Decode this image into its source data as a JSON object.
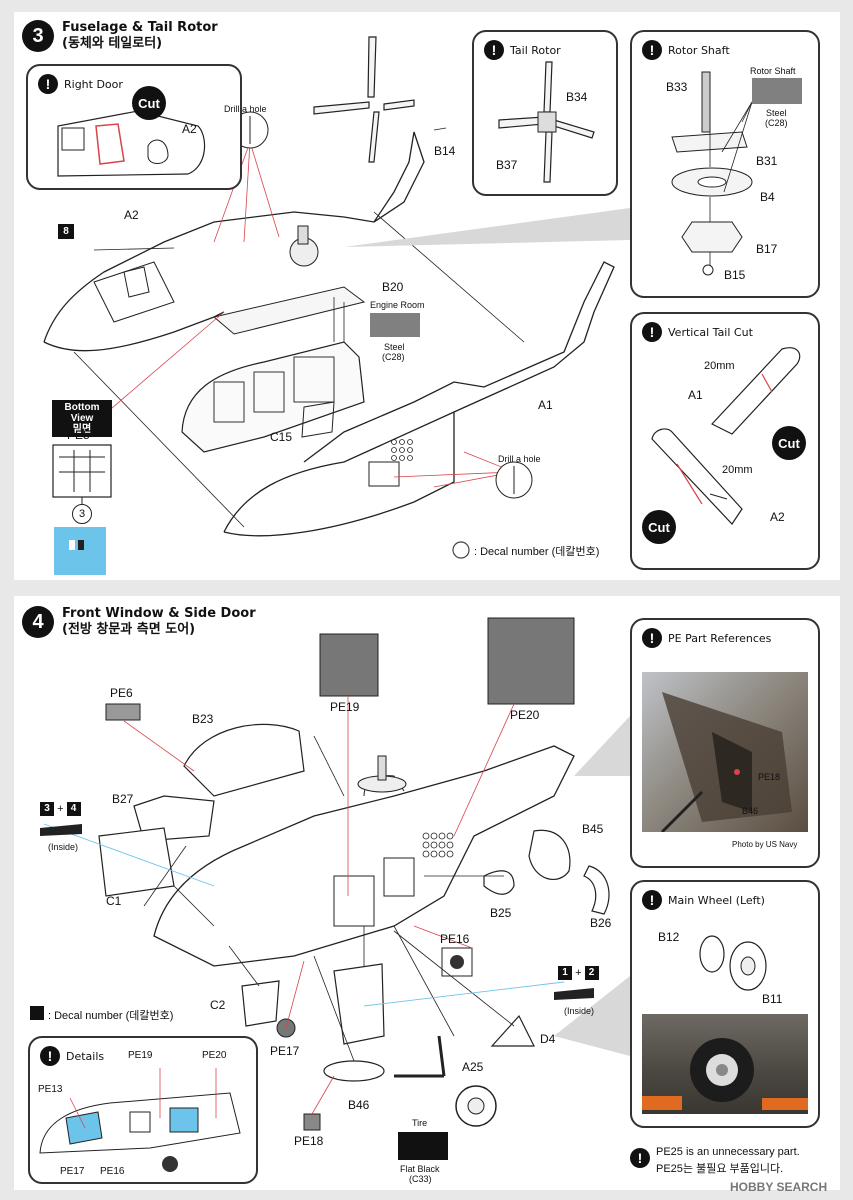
{
  "step3": {
    "number": "3",
    "title_en": "Fuselage & Tail Rotor",
    "title_ko": "(동체와 테일로터)",
    "right_door": {
      "title": "Right Door",
      "cut": "Cut",
      "part": "A2"
    },
    "tail_rotor": {
      "title": "Tail Rotor",
      "parts": [
        "B34",
        "B37"
      ]
    },
    "rotor_shaft": {
      "title": "Rotor Shaft",
      "color_label": "Rotor Shaft",
      "color_name": "Steel",
      "color_code": "(C28)",
      "parts": [
        "B33",
        "B31",
        "B4",
        "B17",
        "B15"
      ]
    },
    "vertical_tail": {
      "title": "Vertical Tail Cut",
      "dim1": "20mm",
      "dim2": "20mm",
      "part1": "A1",
      "part2": "A2",
      "cut": "Cut"
    },
    "drill_hole_1": "Drill a hole",
    "drill_hole_2": "Drill a hole",
    "part_a2": "A2",
    "part_a1": "A1",
    "part_b14": "B14",
    "part_b20": "B20",
    "engine_room": "Engine Room",
    "engine_color_name": "Steel",
    "engine_color_code": "(C28)",
    "part_c15": "C15",
    "decal_8": "8",
    "bottom_view_en": "Bottom View",
    "bottom_view_ko": "밑면",
    "part_pe5": "PE5",
    "decal_circle": "3",
    "decal_legend": ": Decal number (데칼번호)"
  },
  "step4": {
    "number": "4",
    "title_en": "Front Window & Side Door",
    "title_ko": "(전방 창문과 측면 도어)",
    "parts": {
      "pe6": "PE6",
      "b23": "B23",
      "b27": "B27",
      "c1": "C1",
      "c2": "C2",
      "pe17": "PE17",
      "pe18": "PE18",
      "b46": "B46",
      "pe19": "PE19",
      "pe20": "PE20",
      "b25": "B25",
      "b45": "B45",
      "b26": "B26",
      "pe16": "PE16",
      "d4": "D4",
      "a25": "A25"
    },
    "decal_left": {
      "a": "3",
      "plus": "+",
      "b": "4",
      "note": "(Inside)"
    },
    "decal_right": {
      "a": "1",
      "plus": "+",
      "b": "2",
      "note": "(Inside)"
    },
    "decal_legend": ": Decal number (데칼번호)",
    "tire": {
      "label": "Tire",
      "color_name": "Flat Black",
      "color_code": "(C33)"
    },
    "details": {
      "title": "Details",
      "labels": [
        "PE19",
        "PE20",
        "PE13",
        "PE17",
        "PE16"
      ]
    },
    "pe_refs": {
      "title": "PE Part References",
      "labels": [
        "PE18",
        "B46"
      ],
      "credit": "Photo by US Navy"
    },
    "main_wheel": {
      "title": "Main Wheel (Left)",
      "parts": [
        "B12",
        "B11"
      ]
    },
    "note_en": "PE25 is an unnecessary part.",
    "note_ko": "PE25는 불필요 부품입니다.",
    "watermark": "HOBBY SEARCH"
  },
  "colors": {
    "steel": "#808080",
    "flat_black": "#111111",
    "red_lines": "#d9434a",
    "decal_blue": "#6cc4ea"
  }
}
